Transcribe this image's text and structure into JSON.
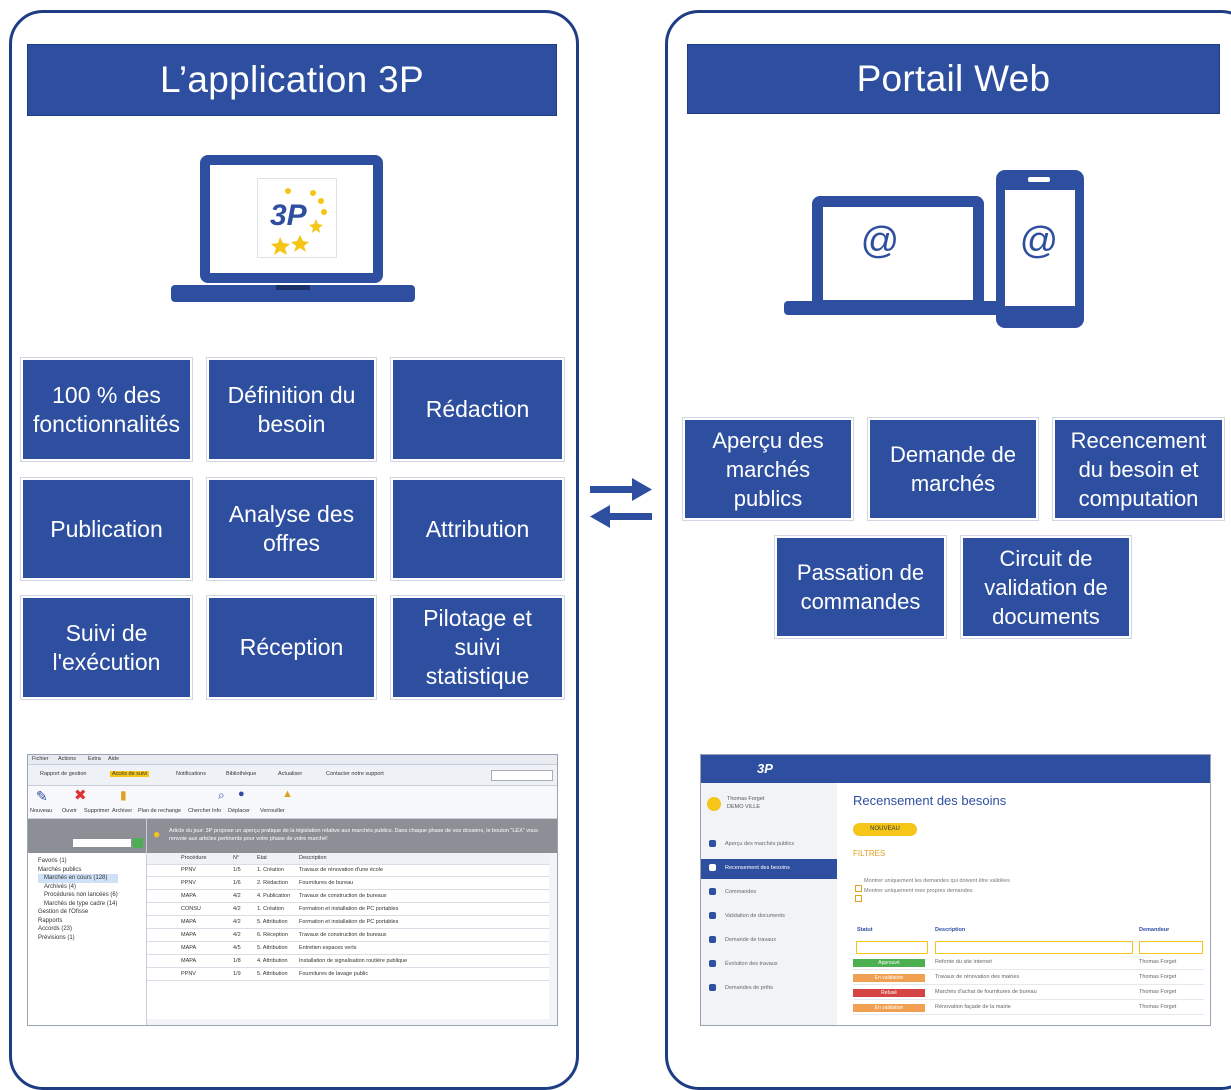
{
  "left_panel": {
    "title": "L’application 3P",
    "logo_text": "3P",
    "tiles": [
      "100 % des\nfonctionnalités",
      "Définition du\nbesoin",
      "Rédaction",
      "Publication",
      "Analyse des\noffres",
      "Attribution",
      "Suivi de\nl'exécution",
      "Réception",
      "Pilotage et\nsuivi\nstatistique"
    ],
    "screenshot": {
      "menu": [
        "Fichier",
        "Actions",
        "Extra",
        "Aide"
      ],
      "toolbar": [
        "Rapport de gestion",
        "Accès de suivi",
        "Notifications",
        "Bibliothèque",
        "Actualiser",
        "Contacter notre support"
      ],
      "actions": [
        "Nouveau",
        "Ouvrir",
        "Supprimer",
        "Archiver",
        "Plan de rechange",
        "Chercher",
        "Info",
        "Déplacer",
        "Verrouiller"
      ],
      "notice": "Article du jour: 3P propose un aperçu pratique de la législation relative aux marchés publics. Dans chaque phase de vos dossiers, le bouton \"LEX\" vous renvoie aux articles pertinents pour votre phase de votre marché!",
      "columns": [
        "Procédure",
        "N°",
        "Etat",
        "Description"
      ],
      "rows": [
        {
          "proc": "PPNV",
          "num": "1/5",
          "state": "1. Création",
          "desc": "Travaux de rénovation d'une école"
        },
        {
          "proc": "PPNV",
          "num": "1/6",
          "state": "2. Rédaction",
          "desc": "Fournitures de bureau"
        },
        {
          "proc": "MAPA",
          "num": "4/2",
          "state": "4. Publication",
          "desc": "Travaux de construction de bureaux"
        },
        {
          "proc": "CONSU",
          "num": "4/2",
          "state": "1. Création",
          "desc": "Formation et installation de PC portables"
        },
        {
          "proc": "MAPA",
          "num": "4/2",
          "state": "5. Attribution",
          "desc": "Formation et installation de PC portables"
        },
        {
          "proc": "MAPA",
          "num": "4/2",
          "state": "6. Réception",
          "desc": "Travaux de construction de bureaux"
        },
        {
          "proc": "MAPA",
          "num": "4/5",
          "state": "5. Attribution",
          "desc": "Entretien espaces verts"
        },
        {
          "proc": "MAPA",
          "num": "1/8",
          "state": "4. Attribution",
          "desc": "Installation de signalisation routière publique"
        },
        {
          "proc": "PPNV",
          "num": "1/9",
          "state": "5. Attribution",
          "desc": "Fournitures de lavage public"
        }
      ],
      "tree": [
        "Favoris (1)",
        "Marchés publics",
        "Marchés en cours (128)",
        "Archivés (4)",
        "Procédures non lancées (6)",
        "Marchés de type cadre (14)",
        "Gestion de l'Ofisse",
        "Rapports",
        "Accords (23)",
        "Prévisions (1)"
      ]
    }
  },
  "right_panel": {
    "title": "Portail Web",
    "device_symbol": "@",
    "tiles_row1": [
      "Aperçu des\nmarchés\npublics",
      "Demande de\nmarchés",
      "Recencement\ndu besoin et\ncomputation"
    ],
    "tiles_row2": [
      "Passation de\ncommandes",
      "Circuit de\nvalidation de\ndocuments"
    ],
    "screenshot": {
      "logo": "3P",
      "user_name": "Thomas Forget",
      "user_org": "DEMO VILLE",
      "page_title": "Recensement des besoins",
      "new_button": "NOUVEAU",
      "filters_title": "FILTRES",
      "filter_options": [
        "Montrer uniquement les demandes qui doivent être validées",
        "Montrer uniquement mes propres demandes"
      ],
      "nav": [
        "Aperçu des marchés publics",
        "Recensement des besoins",
        "Commandes",
        "Validation de documents",
        "Demande de travaux",
        "Évolution des travaux",
        "Demandes de prêts"
      ],
      "columns": [
        "Statut",
        "Description",
        "Demandeur"
      ],
      "rows": [
        {
          "status": "Approuvé",
          "color": "#4caf50",
          "desc": "Refonte du site internet",
          "requester": "Thomas Forget"
        },
        {
          "status": "En validation",
          "color": "#f0a050",
          "desc": "Travaux de rénovation des mairies",
          "requester": "Thomas Forget"
        },
        {
          "status": "Refusé",
          "color": "#d64545",
          "desc": "Marchés d'achat de fournitures de bureau",
          "requester": "Thomas Forget"
        },
        {
          "status": "En validation",
          "color": "#f0a050",
          "desc": "Rénovation façade de la mairie",
          "requester": "Thomas Forget"
        }
      ]
    }
  },
  "colors": {
    "primary": "#2e4fa0",
    "border": "#1f3d84",
    "accent_yellow": "#f5c518"
  }
}
